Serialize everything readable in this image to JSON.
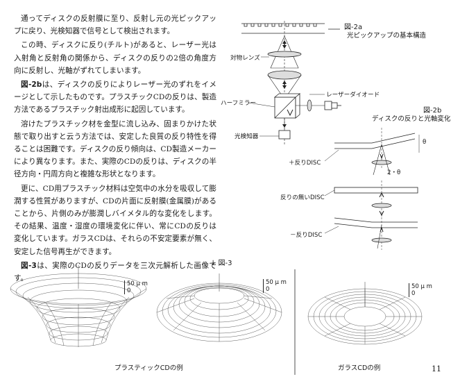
{
  "body": {
    "p1": "通ってディスクの反射膜に至り、反射し元の光ピックアップに戻り、光検知器で信号として検出されます。",
    "p2": "この時、ディスクに反り(チルト)があると、レーザー光は入射角と反射角の関係から、ディスクの反りの2倍の角度方向に反射し、光軸がずれてしまいます。",
    "p3_ref": "図-2b",
    "p3": "は、ディスクの反りによりレーザー光のずれをイメージとして示したものです。プラスチックCDの反りは、製造方法であるプラスチック射出成形に起因しています。",
    "p4": "溶けたプラスチック材を金型に流し込み、固まりかけた状態で取り出すと云う方法では、安定した良質の反り特性を得ることは困難です。ディスクの反り傾向は、CD製造メーカーにより異なります。また、実際のCDの反りは、ディスクの半径方向・円周方向と複雑な形状となります。",
    "p5": "更に、CD用プラスチック材料は空気中の水分を吸収して膨潤する性質がありますが、CDの片面に反射膜(金属膜)があることから、片側のみが膨潤しバイメタル的な変化をします。その結果、温度・湿度の環境変化に伴い、常にCDの反りは変化しています。ガラスCDは、それらの不安定要素が無く、安定した信号再生ができます。",
    "p6_ref": "図-3",
    "p6": "は、実際のCDの反りデータを三次元解析した画像です。"
  },
  "fig2a": {
    "ref": "図-2a",
    "title": "光ピックアップの基本構造",
    "objective_lens": "対物レンズ",
    "laser_diode": "レーザーダイオード",
    "half_mirror": "ハーフミラー",
    "photodetector": "光検知器"
  },
  "fig2b": {
    "ref": "図-2b",
    "title": "ディスクの反りと光軸変化",
    "theta": "θ",
    "two_theta": "2・θ",
    "plus_warp": "＋反りDISC",
    "no_warp": "反りの無いDISC",
    "minus_warp": "－反りDISC"
  },
  "fig3": {
    "ref": "↓ 図-3",
    "scale_value": "50 μ m",
    "scale_zero": "0",
    "plastic_caption": "プラスティックCDの例",
    "glass_caption": "ガラスCDの例"
  },
  "page_number": "11"
}
